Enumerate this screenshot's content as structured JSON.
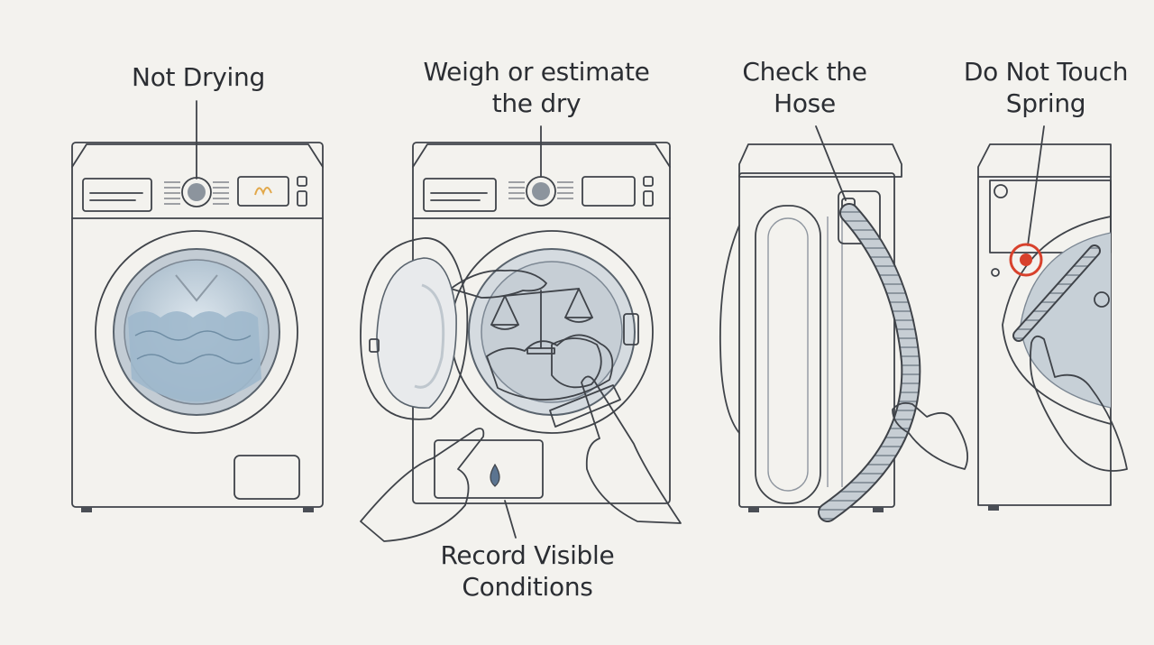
{
  "labels": {
    "not_drying": "Not Drying",
    "weigh_line1": "Weigh or estimate",
    "weigh_line2": "the dry",
    "hose_line1": "Check the",
    "hose_line2": "Hose",
    "spring_line1": "Do Not Touch",
    "spring_line2": "Spring",
    "record_line1": "Record Visible",
    "record_line2": "Conditions"
  },
  "icons": {
    "panel1": "washing-machine-front-icon",
    "panel2": "open-door-washer-icon",
    "panel3": "washer-side-hose-icon",
    "panel4": "washer-inner-spring-icon",
    "scale": "balance-scale-icon",
    "drop": "water-drop-icon",
    "warning": "red-warning-circle-icon"
  },
  "colors": {
    "background": "#f3f2ee",
    "machine_body": "#fbfbf9",
    "door_ring": "#6f7c89",
    "glass": "#b9c9d6",
    "water": "#9fb8cc",
    "warning": "#d8412c",
    "skin": "#f6dcc3",
    "ink": "#3f4349"
  }
}
